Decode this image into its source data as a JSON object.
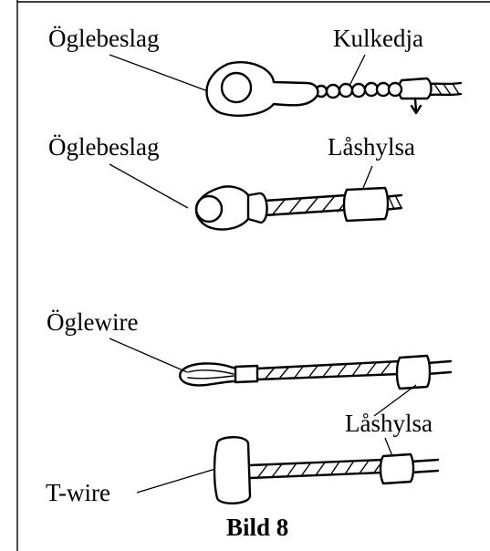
{
  "figure": {
    "border_color": "#000000",
    "labels": {
      "oglebeslag_1": "Öglebeslag",
      "kulkedja": "Kulkedja",
      "oglebeslag_2": "Öglebeslag",
      "lashylsa_1": "Låshylsa",
      "oglewire": "Öglewire",
      "lashylsa_2": "Låshylsa",
      "t_wire": "T-wire"
    },
    "caption": "Bild 8"
  }
}
